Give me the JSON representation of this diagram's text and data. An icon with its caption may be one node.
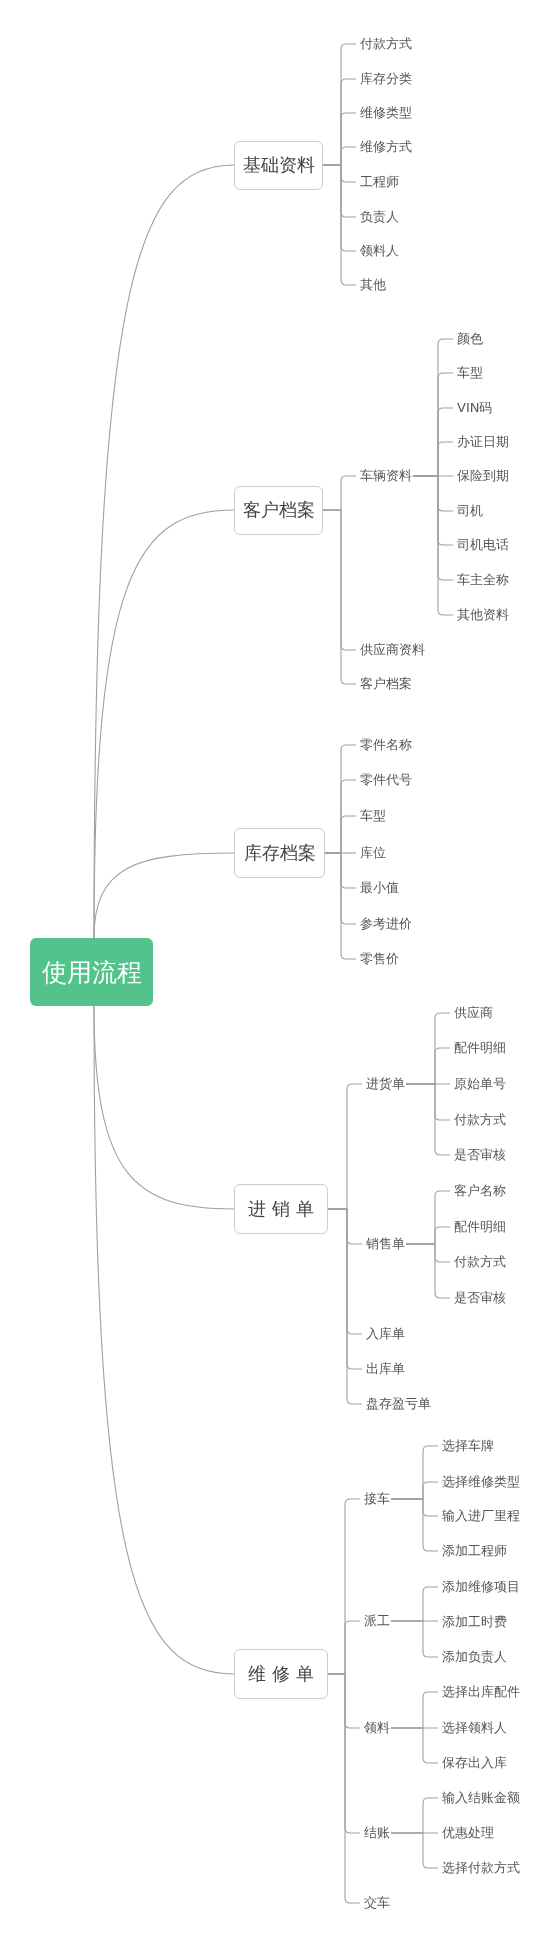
{
  "diagram": {
    "nodes": [
      {
        "text": [
          "使用流程"
        ]
      },
      {
        "text": [
          "基础资料"
        ]
      },
      {
        "text": [
          "付款方式"
        ]
      },
      {
        "text": [
          "库存分类"
        ]
      },
      {
        "text": [
          "维修类型"
        ]
      },
      {
        "text": [
          "维修方式"
        ]
      },
      {
        "text": [
          "工程师"
        ]
      },
      {
        "text": [
          "负责人"
        ]
      },
      {
        "text": [
          "领料人"
        ]
      },
      {
        "text": [
          "其他"
        ]
      },
      {
        "text": [
          "客户档案"
        ]
      },
      {
        "text": [
          "车辆资料"
        ]
      },
      {
        "text": [
          "颜色"
        ]
      },
      {
        "text": [
          "车型"
        ]
      },
      {
        "text": [
          "VIN码"
        ]
      },
      {
        "text": [
          "办证日期"
        ]
      },
      {
        "text": [
          "保险到期"
        ]
      },
      {
        "text": [
          "司机"
        ]
      },
      {
        "text": [
          "司机电话"
        ]
      },
      {
        "text": [
          "车主全称"
        ]
      },
      {
        "text": [
          "其他资料"
        ]
      },
      {
        "text": [
          "供应商资料"
        ]
      },
      {
        "text": [
          "客户档案"
        ]
      },
      {
        "text": [
          "库存档案"
        ]
      },
      {
        "text": [
          "零件名称"
        ]
      },
      {
        "text": [
          "零件代号"
        ]
      },
      {
        "text": [
          "车型"
        ]
      },
      {
        "text": [
          "库位"
        ]
      },
      {
        "text": [
          "最小值"
        ]
      },
      {
        "text": [
          "参考进价"
        ]
      },
      {
        "text": [
          "零售价"
        ]
      },
      {
        "text": [
          "进 销 单"
        ]
      },
      {
        "text": [
          "进货单"
        ]
      },
      {
        "text": [
          "供应商"
        ]
      },
      {
        "text": [
          "配件明细"
        ]
      },
      {
        "text": [
          "原始单号"
        ]
      },
      {
        "text": [
          "付款方式"
        ]
      },
      {
        "text": [
          "是否审核"
        ]
      },
      {
        "text": [
          "销售单"
        ]
      },
      {
        "text": [
          "客户名称"
        ]
      },
      {
        "text": [
          "配件明细"
        ]
      },
      {
        "text": [
          "付款方式"
        ]
      },
      {
        "text": [
          "是否审核"
        ]
      },
      {
        "text": [
          "入库单"
        ]
      },
      {
        "text": [
          "出库单"
        ]
      },
      {
        "text": [
          "盘存盈亏单"
        ]
      },
      {
        "text": [
          "维 修 单"
        ]
      },
      {
        "text": [
          "接车"
        ]
      },
      {
        "text": [
          "选择车牌"
        ]
      },
      {
        "text": [
          "选择维修类型"
        ]
      },
      {
        "text": [
          "输入进厂里程"
        ]
      },
      {
        "text": [
          "添加工程师"
        ]
      },
      {
        "text": [
          "派工"
        ]
      },
      {
        "text": [
          "添加维修项目"
        ]
      },
      {
        "text": [
          "添加工时费"
        ]
      },
      {
        "text": [
          "添加负责人"
        ]
      },
      {
        "text": [
          "领料"
        ]
      },
      {
        "text": [
          "选择出库配件"
        ]
      },
      {
        "text": [
          "选择领料人"
        ]
      },
      {
        "text": [
          "保存出入库"
        ]
      },
      {
        "text": [
          "结账"
        ]
      },
      {
        "text": [
          "输入结账金额"
        ]
      },
      {
        "text": [
          "优惠处理"
        ]
      },
      {
        "text": [
          "选择付款方式"
        ]
      },
      {
        "text": [
          "交车"
        ]
      }
    ],
    "edges": [
      {
        "from": 0,
        "to": 1,
        "arrow": "none"
      },
      {
        "from": 0,
        "to": 10,
        "arrow": "none"
      },
      {
        "from": 0,
        "to": 23,
        "arrow": "none"
      },
      {
        "from": 0,
        "to": 31,
        "arrow": "none"
      },
      {
        "from": 0,
        "to": 46,
        "arrow": "none"
      },
      {
        "from": 1,
        "to": 2,
        "arrow": "none"
      },
      {
        "from": 1,
        "to": 3,
        "arrow": "none"
      },
      {
        "from": 1,
        "to": 4,
        "arrow": "none"
      },
      {
        "from": 1,
        "to": 5,
        "arrow": "none"
      },
      {
        "from": 1,
        "to": 6,
        "arrow": "none"
      },
      {
        "from": 1,
        "to": 7,
        "arrow": "none"
      },
      {
        "from": 1,
        "to": 8,
        "arrow": "none"
      },
      {
        "from": 1,
        "to": 9,
        "arrow": "none"
      },
      {
        "from": 10,
        "to": 11,
        "arrow": "none"
      },
      {
        "from": 11,
        "to": 12,
        "arrow": "none"
      },
      {
        "from": 11,
        "to": 13,
        "arrow": "none"
      },
      {
        "from": 11,
        "to": 14,
        "arrow": "none"
      },
      {
        "from": 11,
        "to": 15,
        "arrow": "none"
      },
      {
        "from": 11,
        "to": 16,
        "arrow": "none"
      },
      {
        "from": 11,
        "to": 17,
        "arrow": "none"
      },
      {
        "from": 11,
        "to": 18,
        "arrow": "none"
      },
      {
        "from": 11,
        "to": 19,
        "arrow": "none"
      },
      {
        "from": 11,
        "to": 20,
        "arrow": "none"
      },
      {
        "from": 10,
        "to": 21,
        "arrow": "none"
      },
      {
        "from": 10,
        "to": 22,
        "arrow": "none"
      },
      {
        "from": 23,
        "to": 24,
        "arrow": "none"
      },
      {
        "from": 23,
        "to": 25,
        "arrow": "none"
      },
      {
        "from": 23,
        "to": 26,
        "arrow": "none"
      },
      {
        "from": 23,
        "to": 27,
        "arrow": "none"
      },
      {
        "from": 23,
        "to": 28,
        "arrow": "none"
      },
      {
        "from": 23,
        "to": 29,
        "arrow": "none"
      },
      {
        "from": 23,
        "to": 30,
        "arrow": "none"
      },
      {
        "from": 31,
        "to": 32,
        "arrow": "none"
      },
      {
        "from": 32,
        "to": 33,
        "arrow": "none"
      },
      {
        "from": 32,
        "to": 34,
        "arrow": "none"
      },
      {
        "from": 32,
        "to": 35,
        "arrow": "none"
      },
      {
        "from": 32,
        "to": 36,
        "arrow": "none"
      },
      {
        "from": 32,
        "to": 37,
        "arrow": "none"
      },
      {
        "from": 31,
        "to": 38,
        "arrow": "none"
      },
      {
        "from": 38,
        "to": 39,
        "arrow": "none"
      },
      {
        "from": 38,
        "to": 40,
        "arrow": "none"
      },
      {
        "from": 38,
        "to": 41,
        "arrow": "none"
      },
      {
        "from": 38,
        "to": 42,
        "arrow": "none"
      },
      {
        "from": 31,
        "to": 43,
        "arrow": "none"
      },
      {
        "from": 31,
        "to": 44,
        "arrow": "none"
      },
      {
        "from": 31,
        "to": 45,
        "arrow": "none"
      },
      {
        "from": 46,
        "to": 47,
        "arrow": "none"
      },
      {
        "from": 47,
        "to": 48,
        "arrow": "none"
      },
      {
        "from": 47,
        "to": 49,
        "arrow": "none"
      },
      {
        "from": 47,
        "to": 50,
        "arrow": "none"
      },
      {
        "from": 47,
        "to": 51,
        "arrow": "none"
      },
      {
        "from": 46,
        "to": 52,
        "arrow": "none"
      },
      {
        "from": 52,
        "to": 53,
        "arrow": "none"
      },
      {
        "from": 52,
        "to": 54,
        "arrow": "none"
      },
      {
        "from": 52,
        "to": 55,
        "arrow": "none"
      },
      {
        "from": 46,
        "to": 56,
        "arrow": "none"
      },
      {
        "from": 56,
        "to": 57,
        "arrow": "none"
      },
      {
        "from": 56,
        "to": 58,
        "arrow": "none"
      },
      {
        "from": 56,
        "to": 59,
        "arrow": "none"
      },
      {
        "from": 46,
        "to": 60,
        "arrow": "none"
      },
      {
        "from": 60,
        "to": 61,
        "arrow": "none"
      },
      {
        "from": 60,
        "to": 62,
        "arrow": "none"
      },
      {
        "from": 60,
        "to": 63,
        "arrow": "none"
      },
      {
        "from": 46,
        "to": 64,
        "arrow": "none"
      }
    ]
  }
}
